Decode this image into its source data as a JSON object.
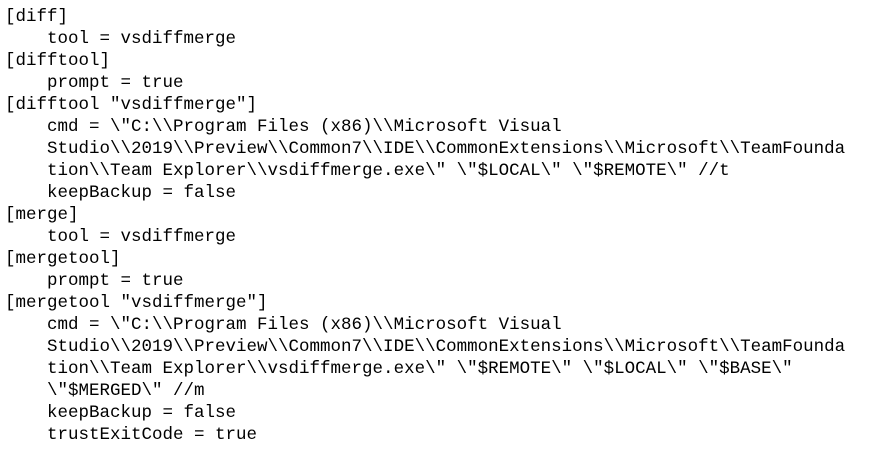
{
  "config_lines": [
    "[diff]",
    "    tool = vsdiffmerge",
    "[difftool]",
    "    prompt = true",
    "[difftool \"vsdiffmerge\"]",
    "    cmd = \\\"C:\\\\Program Files (x86)\\\\Microsoft Visual",
    "    Studio\\\\2019\\\\Preview\\\\Common7\\\\IDE\\\\CommonExtensions\\\\Microsoft\\\\TeamFounda",
    "    tion\\\\Team Explorer\\\\vsdiffmerge.exe\\\" \\\"$LOCAL\\\" \\\"$REMOTE\\\" //t",
    "    keepBackup = false",
    "[merge]",
    "    tool = vsdiffmerge",
    "[mergetool]",
    "    prompt = true",
    "[mergetool \"vsdiffmerge\"]",
    "    cmd = \\\"C:\\\\Program Files (x86)\\\\Microsoft Visual",
    "    Studio\\\\2019\\\\Preview\\\\Common7\\\\IDE\\\\CommonExtensions\\\\Microsoft\\\\TeamFounda",
    "    tion\\\\Team Explorer\\\\vsdiffmerge.exe\\\" \\\"$REMOTE\\\" \\\"$LOCAL\\\" \\\"$BASE\\\"",
    "    \\\"$MERGED\\\" //m",
    "    keepBackup = false",
    "    trustExitCode = true"
  ]
}
